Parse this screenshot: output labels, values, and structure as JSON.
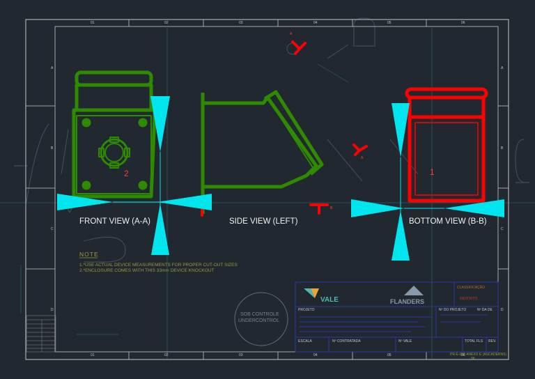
{
  "colors": {
    "background": "#212830",
    "border": "#c8c8c8",
    "front_view": "#2e8b00",
    "bottom_view": "#ff0000",
    "dimension": "#00e5ee",
    "note": "#9a9a3a",
    "title_block": "#2a3aa8",
    "logo_vale": "#4fb8b0",
    "logo_flanders": "#8899aa"
  },
  "grid": {
    "top_columns": [
      "01",
      "02",
      "03",
      "04",
      "05",
      "06"
    ],
    "bottom_columns": [
      "01",
      "02",
      "03",
      "04",
      "05",
      "06"
    ],
    "left_rows": [
      "A",
      "B",
      "C",
      "D"
    ],
    "right_rows": [
      "A",
      "B",
      "C",
      "D"
    ]
  },
  "views": {
    "front": {
      "label": "FRONT VIEW (A-A)",
      "number": "2"
    },
    "side": {
      "label": "SIDE VIEW (LEFT)"
    },
    "bottom": {
      "label": "BOTTOM VIEW (B-B)",
      "number": "1"
    }
  },
  "section_markers": {
    "a_top": "A",
    "a_mid": "A",
    "b": "B"
  },
  "note": {
    "heading": "NOTE",
    "line1": "1.*USE ACTUAL DEVICE MEASUREMENTS FOR PROPER CUT-OUT SIZES",
    "line2": "2.*ENCLOSURE COMES WITH THIS 33mm DEVICE KNOCKOUT"
  },
  "watermark": {
    "line1": "SOB CONTROLE",
    "line2": "UNDERCONTROL"
  },
  "title_block": {
    "logo_vale": "VALE",
    "logo_flanders": "FLANDERS",
    "classificacao": "CLASSIFICAÇÃO",
    "classificacao_value": "RESTRITO",
    "projeto": "PROJETO",
    "numero_projeto": "Nº DO PROJETO",
    "numero_de": "Nº DA DE",
    "escala": "ESCALA",
    "numero_contratada": "Nº CONTRATADA",
    "numero_vale": "Nº VALE",
    "total_fls": "TOTAL FLS",
    "rev": "REV.",
    "doc_number": "PR-E-022 ANEXO E (ASCADERNS)",
    "sheet": "06"
  }
}
